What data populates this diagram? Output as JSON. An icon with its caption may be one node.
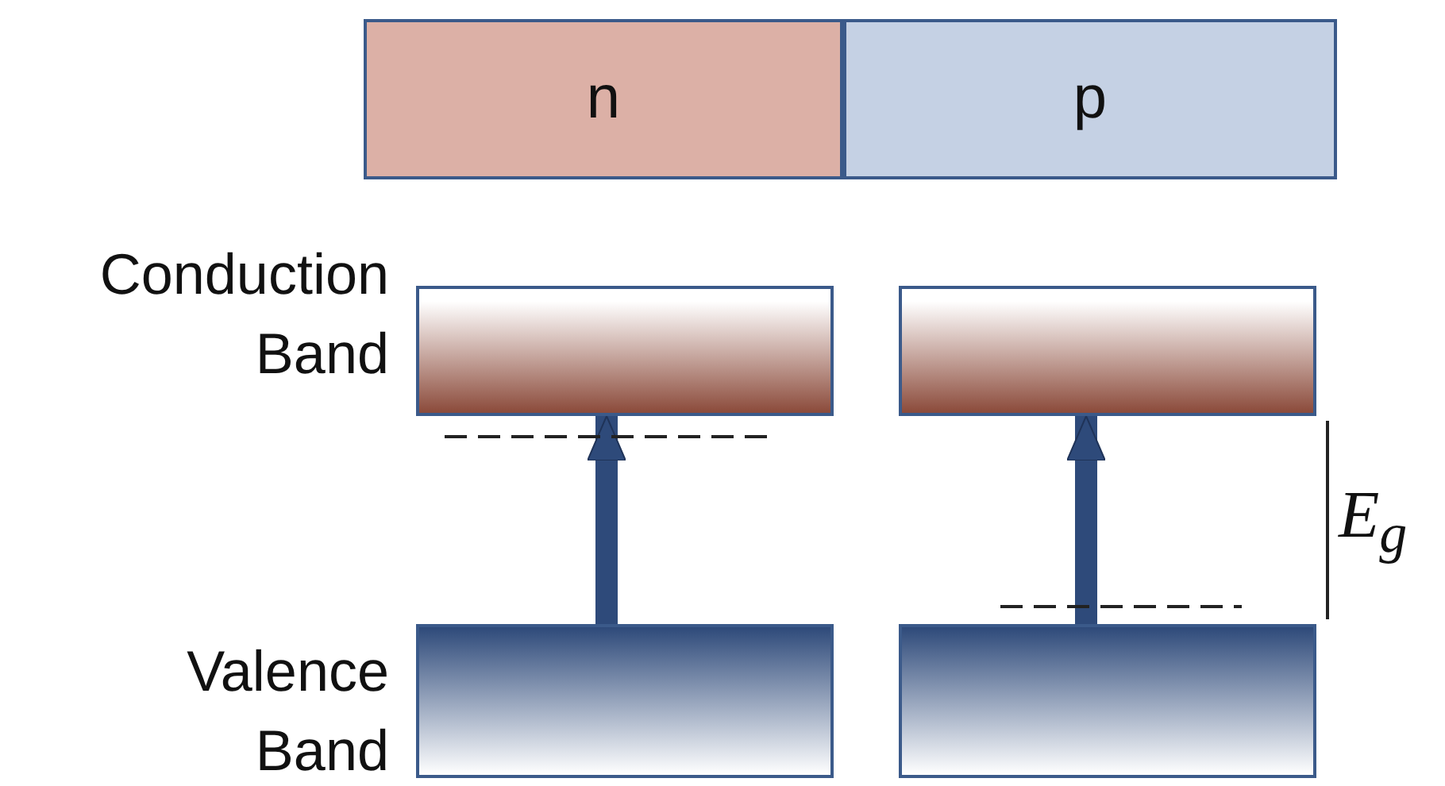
{
  "diagram": {
    "nodes": [
      {
        "text": [
          "n"
        ]
      },
      {
        "text": [
          "p"
        ]
      },
      {
        "text": [],
        "shape": "box"
      },
      {
        "text": [],
        "shape": "box"
      },
      {
        "text": [],
        "shape": "box"
      },
      {
        "text": [],
        "shape": "box"
      }
    ],
    "edges": [
      {
        "from": 4,
        "to": 2,
        "arrow": "to"
      },
      {
        "from": 5,
        "to": 3,
        "arrow": "to"
      }
    ],
    "labels": [
      "Conduction Band",
      "Valence Band",
      "E$_{g}$"
    ]
  }
}
